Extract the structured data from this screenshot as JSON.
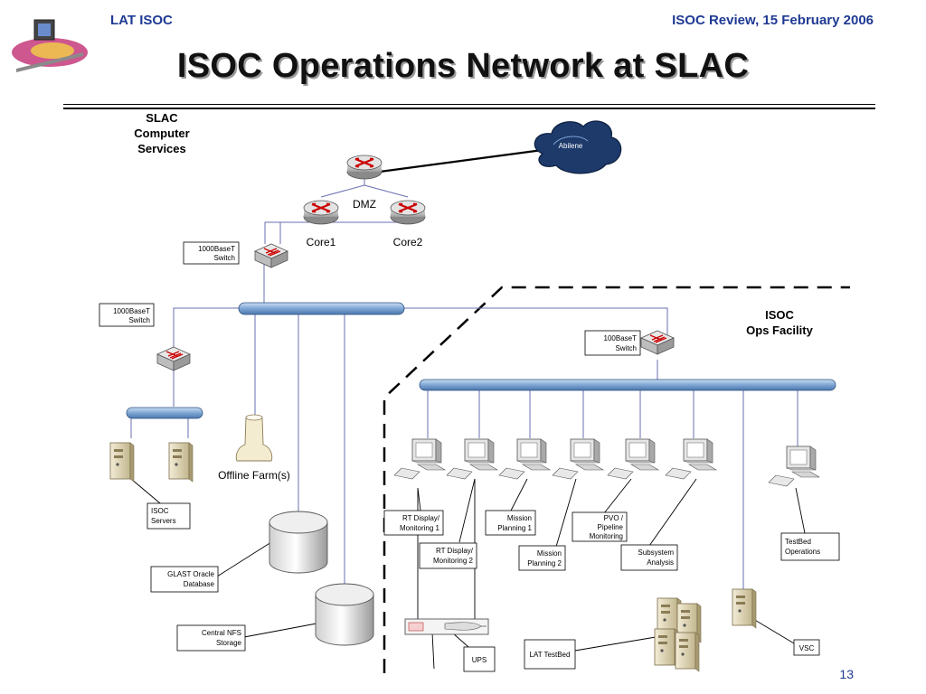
{
  "header": {
    "left": "LAT ISOC",
    "right": "ISOC Review, 15 February 2006"
  },
  "title": "ISOC Operations Network at SLAC",
  "page_number": "13",
  "labels": {
    "slac_line1": "SLAC",
    "slac_line2": "Computer",
    "slac_line3": "Services",
    "abilene": "Abilene",
    "dmz": "DMZ",
    "core1": "Core1",
    "core2": "Core2",
    "switch_top_line1": "1000BaseT",
    "switch_top_line2": "Switch",
    "switch_left_line1": "1000BaseT",
    "switch_left_line2": "Switch",
    "switch_isoc_line1": "100BaseT",
    "switch_isoc_line2": "Switch",
    "isoc_line1": "ISOC",
    "isoc_line2": "Ops Facility",
    "isoc_servers_line1": "ISOC",
    "isoc_servers_line2": "Servers",
    "offline_farm": "Offline Farm(s)",
    "glast_line1": "GLAST Oracle",
    "glast_line2": "Database",
    "nfs_line1": "Central NFS",
    "nfs_line2": "Storage",
    "rt1_line1": "RT Display/",
    "rt1_line2": "Monitoring 1",
    "rt2_line1": "RT Display/",
    "rt2_line2": "Monitoring 2",
    "mp1_line1": "Mission",
    "mp1_line2": "Planning 1",
    "mp2_line1": "Mission",
    "mp2_line2": "Planning 2",
    "pvo_line1": "PVO /",
    "pvo_line2": "Pipeline",
    "pvo_line3": "Monitoring",
    "subsys_line1": "Subsystem",
    "subsys_line2": "Analysis",
    "testbed_ops_line1": "TestBed",
    "testbed_ops_line2": "Operations",
    "ups": "UPS",
    "lat_testbed": "LAT TestBed",
    "vsc": "VSC"
  }
}
